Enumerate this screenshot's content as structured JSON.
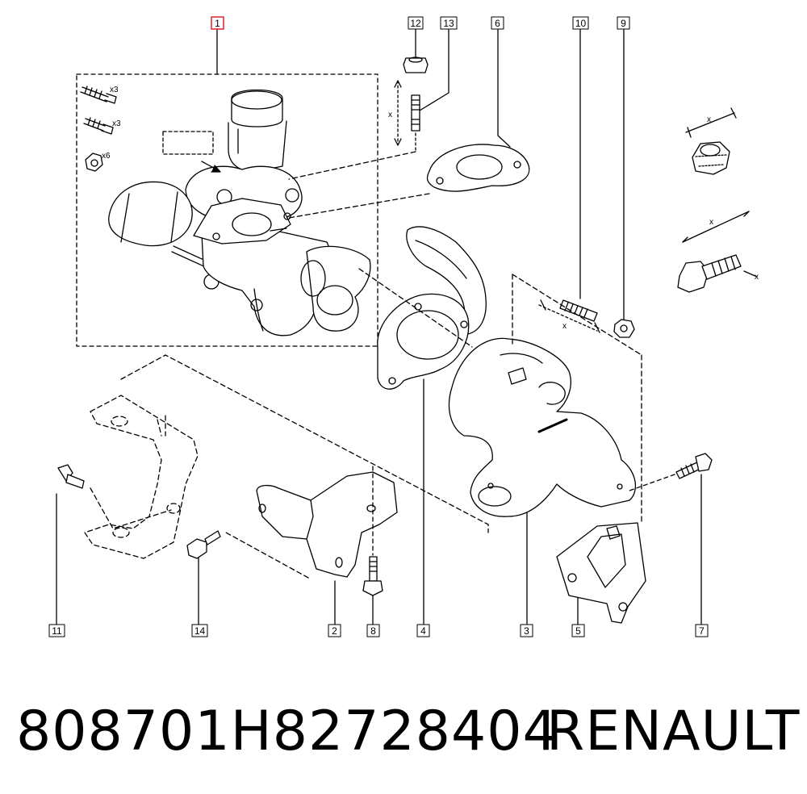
{
  "callouts": [
    {
      "id": "1",
      "highlight": true
    },
    {
      "id": "12"
    },
    {
      "id": "13"
    },
    {
      "id": "6"
    },
    {
      "id": "10"
    },
    {
      "id": "9"
    },
    {
      "id": "11"
    },
    {
      "id": "14"
    },
    {
      "id": "2"
    },
    {
      "id": "8"
    },
    {
      "id": "4"
    },
    {
      "id": "3"
    },
    {
      "id": "5"
    },
    {
      "id": "7"
    }
  ],
  "quantity_labels": {
    "studs_a": "x3",
    "studs_b": "x3",
    "nuts": "x6"
  },
  "dimension_marker": "x",
  "footer": {
    "part_number": "808701H82728404",
    "brand": "RENAULT"
  },
  "colors": {
    "highlight": "#e0202a",
    "line": "#000000"
  }
}
